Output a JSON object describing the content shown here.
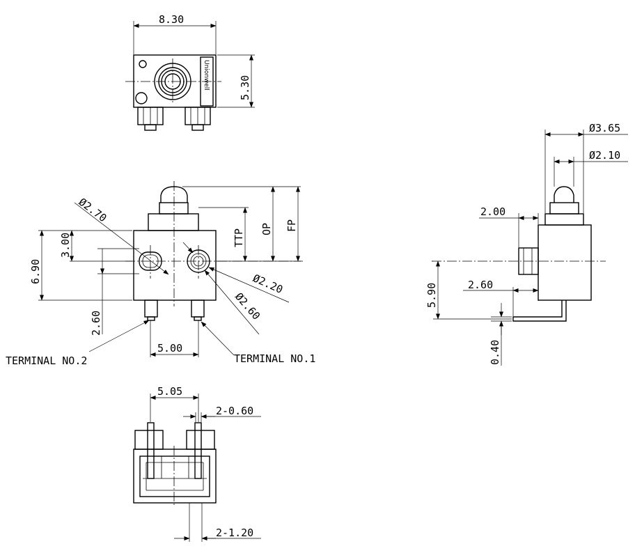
{
  "brand": "Unionwell",
  "top_view": {
    "width_label": "8.30",
    "height_label": "5.30"
  },
  "front_view": {
    "dia_270": "Ø2.70",
    "dia_220": "Ø2.20",
    "dia_260": "Ø2.60",
    "dim_300": "3.00",
    "dim_690": "6.90",
    "dim_260": "2.60",
    "dim_500": "5.00",
    "ttp": "TTP",
    "op": "OP",
    "fp": "FP",
    "terminal_2": "TERMINAL NO.2",
    "terminal_1": "TERMINAL NO.1"
  },
  "side_view": {
    "dia_365": "Ø3.65",
    "dia_210": "Ø2.10",
    "dim_200": "2.00",
    "dim_260": "2.60",
    "dim_590": "5.90",
    "dim_040": "0.40"
  },
  "bottom_view": {
    "dim_505": "5.05",
    "dim_2x060": "2-0.60",
    "dim_2x120": "2-1.20"
  }
}
